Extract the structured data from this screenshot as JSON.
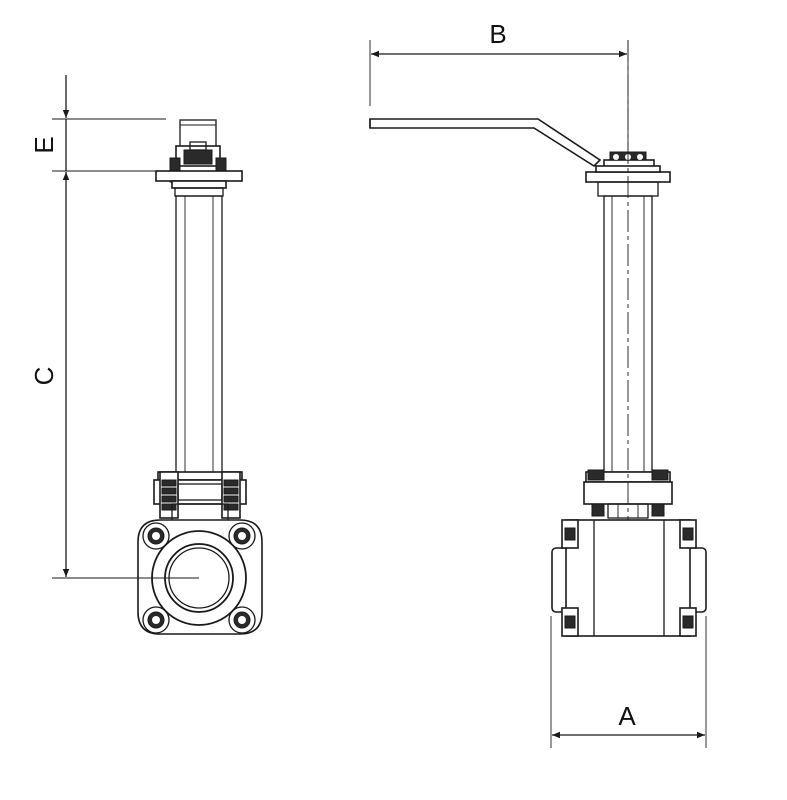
{
  "dimensions": {
    "a": "A",
    "b": "B",
    "c": "C",
    "e": "E"
  },
  "colors": {
    "line": "#1a1a1a",
    "background": "#ffffff"
  }
}
